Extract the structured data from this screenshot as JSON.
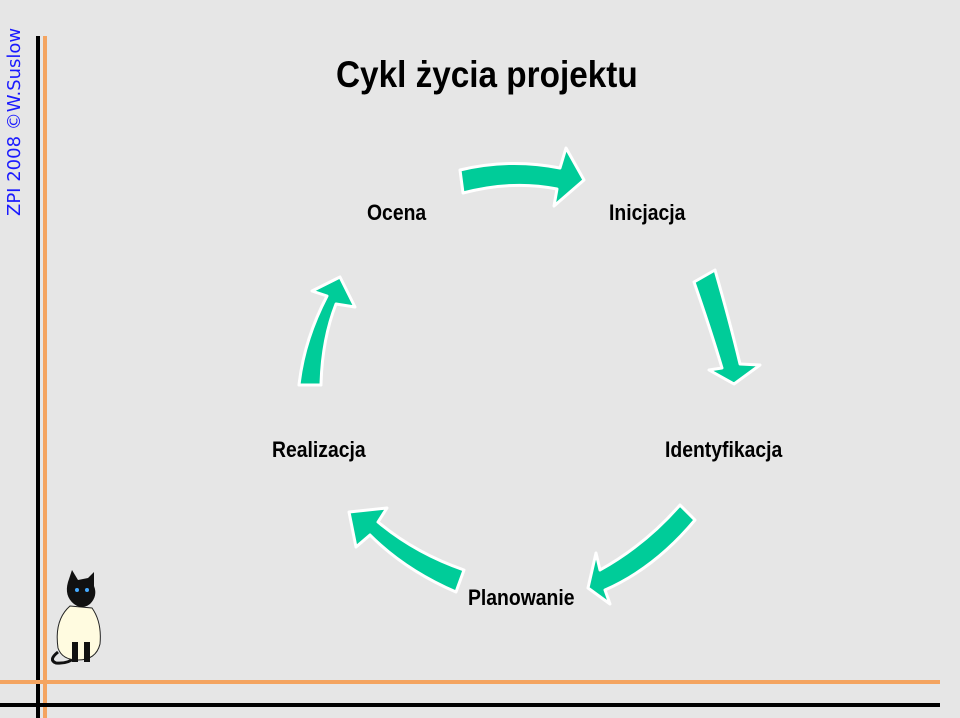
{
  "sidebar": {
    "text": "ZPI 2008 ©W.Suslow"
  },
  "title": "Cykl życia projektu",
  "stages": {
    "ocena": "Ocena",
    "inicjacja": "Inicjacja",
    "identyfikacja": "Identyfikacja",
    "planowanie": "Planowanie",
    "realizacja": "Realizacja"
  },
  "colors": {
    "arrow_fill": "#00cc99",
    "arrow_outline": "#ffffff",
    "accent_lines": "#f4a460",
    "frame_lines": "#000000",
    "sidebar_text": "#1a1aff"
  },
  "icons": {
    "decoration": "cat-icon"
  }
}
